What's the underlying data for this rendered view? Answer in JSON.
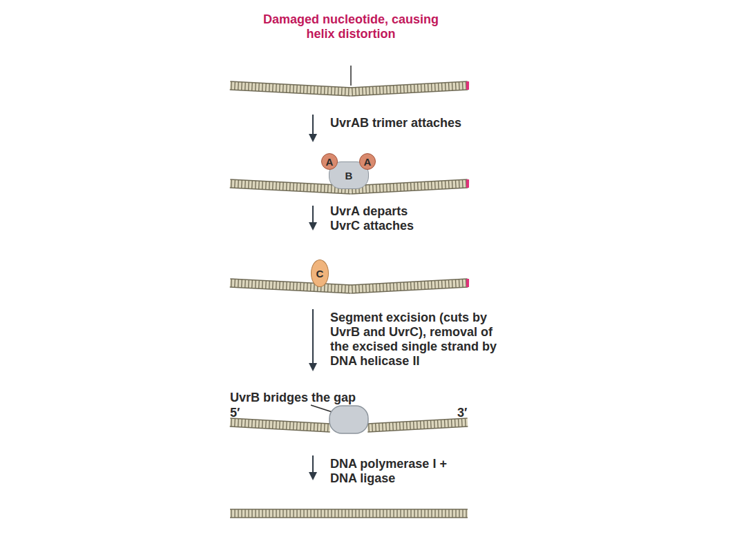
{
  "diagram": {
    "nodes": [
      {
        "text": [
          "A"
        ]
      },
      {
        "text": [
          "A"
        ]
      },
      {
        "text": [
          "B"
        ]
      },
      {
        "text": [
          "C"
        ]
      }
    ],
    "labels": [
      "Damaged nucleotide, causing helix distortion",
      "UvrAB trimer attaches",
      "UvrA departs UvrC attaches",
      "Segment excision (cuts by UvrB and UvrC), removal of the excised single strand by DNA helicase II",
      "UvrB bridges the gap",
      "5′",
      "3′",
      "DNA polymerase I + DNA ligase"
    ]
  }
}
